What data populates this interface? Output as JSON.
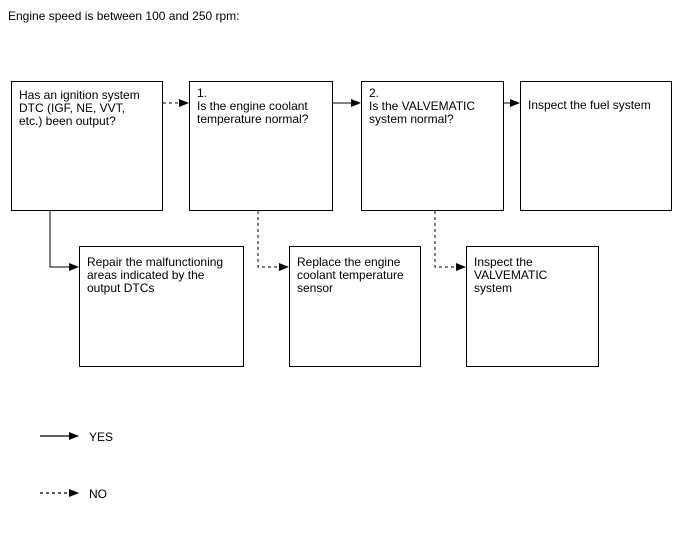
{
  "heading": "Engine speed is between 100 and 250 rpm:",
  "boxes": {
    "ignition_dtc": {
      "text": "Has an ignition system\nDTC (IGF, NE, VVT,\netc.) been output?"
    },
    "coolant_temp": {
      "step": "1.",
      "text": "Is the engine coolant\ntemperature normal?"
    },
    "valvematic_normal": {
      "step": "2.",
      "text": "Is the VALVEMATIC\nsystem normal?"
    },
    "inspect_fuel": {
      "text": "Inspect the fuel system"
    },
    "repair_dtc": {
      "text": "Repair the malfunctioning\nareas indicated by the\noutput DTCs"
    },
    "replace_sensor": {
      "text": "Replace the engine\ncoolant temperature\nsensor"
    },
    "inspect_valvematic": {
      "text": "Inspect the\nVALVEMATIC\nsystem"
    }
  },
  "legend": {
    "yes": "YES",
    "no": "NO"
  }
}
